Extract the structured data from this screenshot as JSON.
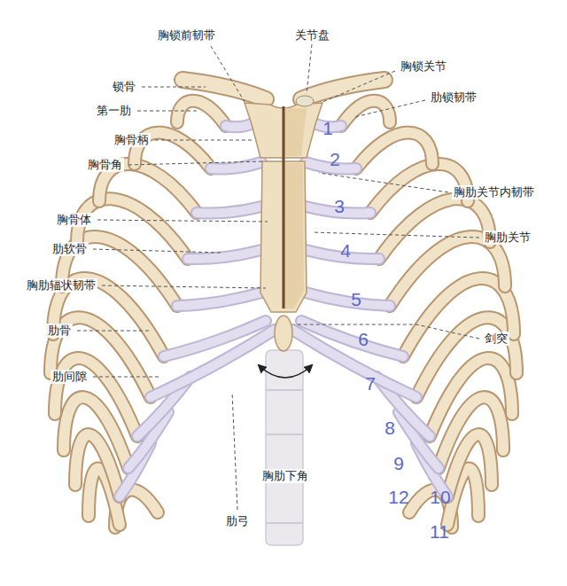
{
  "diagram": {
    "labels": [
      "胸锁前韧带",
      "关节盘",
      "锁骨",
      "胸锁关节",
      "第一肋",
      "肋锁韧带",
      "胸骨柄",
      "胸骨角",
      "胸肋关节内韧带",
      "胸骨体",
      "胸肋关节",
      "肋软骨",
      "胸肋辐状韧带",
      "肋骨",
      "剑突",
      "肋间隙",
      "胸肋下角",
      "肋弓",
      "1",
      "2",
      "3",
      "4",
      "5",
      "6",
      "7",
      "8",
      "9",
      "10",
      "11",
      "12"
    ]
  }
}
